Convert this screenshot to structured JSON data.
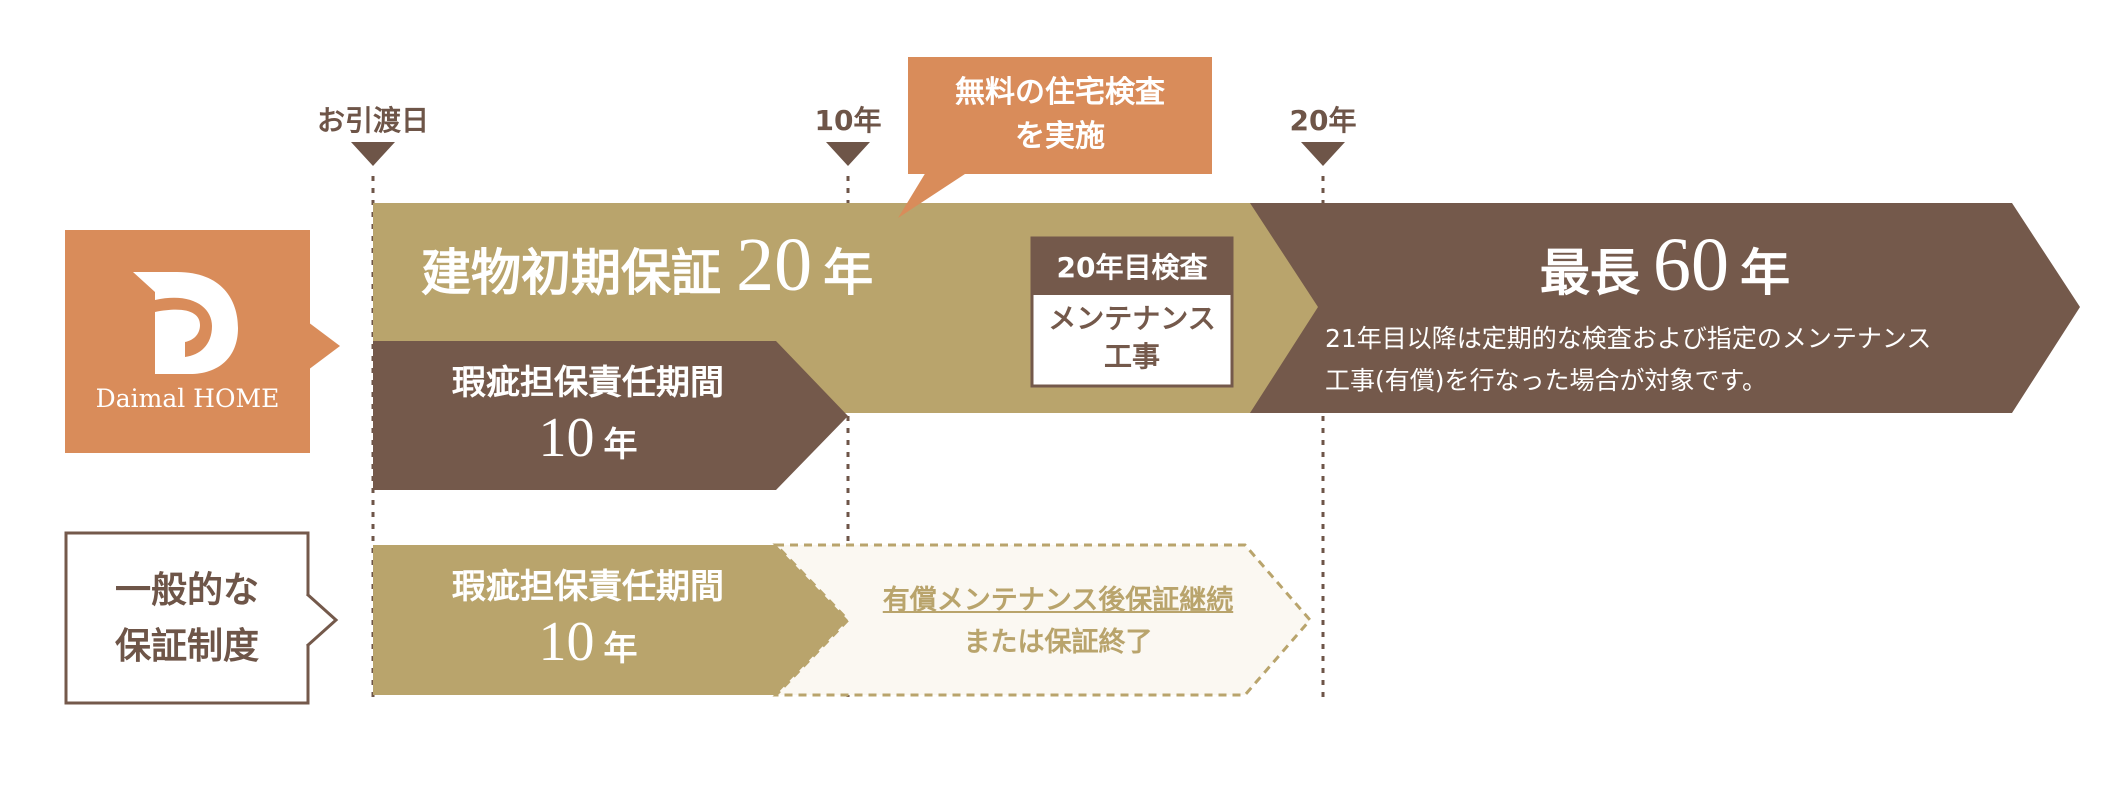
{
  "brand": {
    "logo_text": "Daimal HOME"
  },
  "timeline": {
    "markers": [
      {
        "label": "お引渡日"
      },
      {
        "label": "10年"
      },
      {
        "label": "20年"
      }
    ]
  },
  "callout": {
    "line1": "無料の住宅検査",
    "line2": "を実施"
  },
  "daimal": {
    "initial_warranty": {
      "label": "建物初期保証",
      "years": "20",
      "unit": "年"
    },
    "defect_liability": {
      "line1": "瑕疵担保責任期間",
      "years": "10",
      "unit": "年"
    },
    "inspection_20y": {
      "title": "20年目検査",
      "line1": "メンテナンス",
      "line2": "工事"
    },
    "max": {
      "label": "最長",
      "years": "60",
      "unit": "年"
    },
    "note": {
      "line1": "21年目以降は定期的な検査および指定のメンテナンス",
      "line2": "工事(有償)を行なった場合が対象です。"
    }
  },
  "general": {
    "label_line1": "一般的な",
    "label_line2": "保証制度",
    "defect_liability": {
      "line1": "瑕疵担保責任期間",
      "years": "10",
      "unit": "年"
    },
    "after": {
      "line1": "有償メンテナンス後保証継続",
      "line2": "または保証終了"
    }
  },
  "colors": {
    "orange": "#d98c5a",
    "brown": "#74594b",
    "khaki": "#b9a46c",
    "dashed_box_bg": "#fbf8f2",
    "dashed_line": "#6e5548"
  }
}
